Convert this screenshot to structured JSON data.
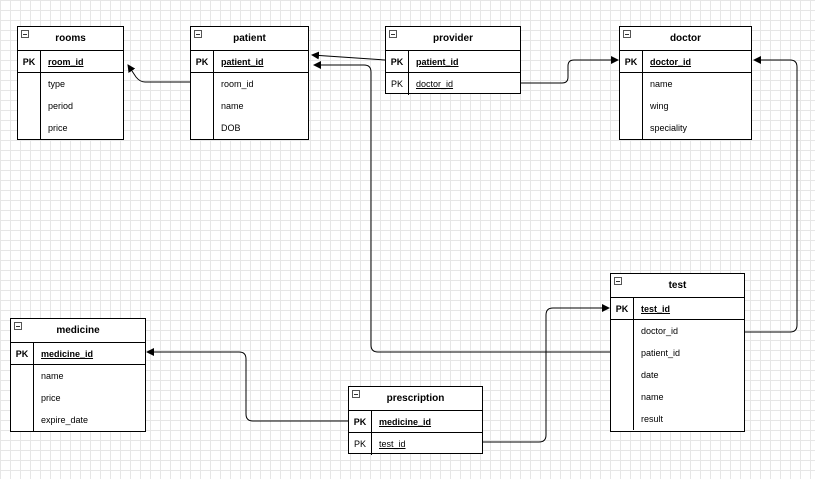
{
  "entities": {
    "rooms": {
      "name": "rooms",
      "fields": [
        "type",
        "period",
        "price"
      ],
      "pk": {
        "key": "PK",
        "name": "room_id"
      }
    },
    "patient": {
      "name": "patient",
      "fields": [
        "room_id",
        "name",
        "DOB"
      ],
      "pk": {
        "key": "PK",
        "name": "patient_id"
      }
    },
    "provider": {
      "name": "provider",
      "pk": {
        "key": "PK",
        "name": "patient_id"
      },
      "pk2": {
        "key": "PK",
        "name": "doctor_id"
      }
    },
    "doctor": {
      "name": "doctor",
      "fields": [
        "name",
        "wing",
        "speciality"
      ],
      "pk": {
        "key": "PK",
        "name": "doctor_id"
      }
    },
    "test": {
      "name": "test",
      "fields": [
        "doctor_id",
        "patient_id",
        "date",
        "name",
        "result"
      ],
      "pk": {
        "key": "PK",
        "name": "test_id"
      }
    },
    "medicine": {
      "name": "medicine",
      "fields": [
        "name",
        "price",
        "expire_date"
      ],
      "pk": {
        "key": "PK",
        "name": "medicine_id"
      }
    },
    "prescription": {
      "name": "prescription",
      "pk": {
        "key": "PK",
        "name": "medicine_id"
      },
      "pk2": {
        "key": "PK",
        "name": "test_id"
      }
    }
  },
  "relationships": [
    {
      "from": "patient.room_id",
      "to": "rooms.room_id"
    },
    {
      "from": "provider.patient_id",
      "to": "patient.patient_id"
    },
    {
      "from": "provider.doctor_id",
      "to": "doctor.doctor_id"
    },
    {
      "from": "test.patient_id",
      "to": "patient.patient_id"
    },
    {
      "from": "test.doctor_id",
      "to": "doctor.doctor_id"
    },
    {
      "from": "prescription.medicine_id",
      "to": "medicine.medicine_id"
    },
    {
      "from": "prescription.test_id",
      "to": "test.test_id"
    }
  ]
}
